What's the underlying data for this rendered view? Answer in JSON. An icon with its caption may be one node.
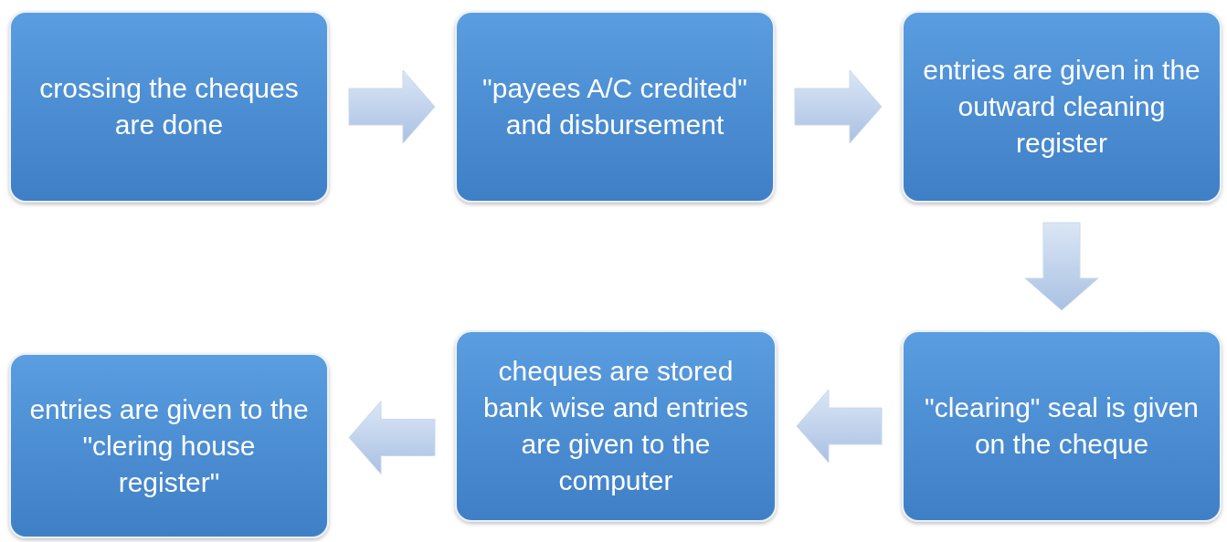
{
  "diagram": {
    "nodes": [
      {
        "text": [
          "crossing the cheques are done"
        ]
      },
      {
        "text": [
          "\"payees A/C credited\" and disbursement"
        ]
      },
      {
        "text": [
          "entries are given in the outward cleaning register"
        ]
      },
      {
        "text": [
          "\"clearing\" seal is given on the cheque"
        ]
      },
      {
        "text": [
          "cheques are stored bank wise and entries are given to the computer"
        ]
      },
      {
        "text": [
          "entries are given to the \"clering house register\""
        ]
      }
    ],
    "edges": [
      {
        "from": 0,
        "to": 1,
        "arrow": "to"
      },
      {
        "from": 1,
        "to": 2,
        "arrow": "to"
      },
      {
        "from": 2,
        "to": 3,
        "arrow": "to"
      },
      {
        "from": 3,
        "to": 4,
        "arrow": "to"
      },
      {
        "from": 4,
        "to": 5,
        "arrow": "to"
      }
    ]
  }
}
